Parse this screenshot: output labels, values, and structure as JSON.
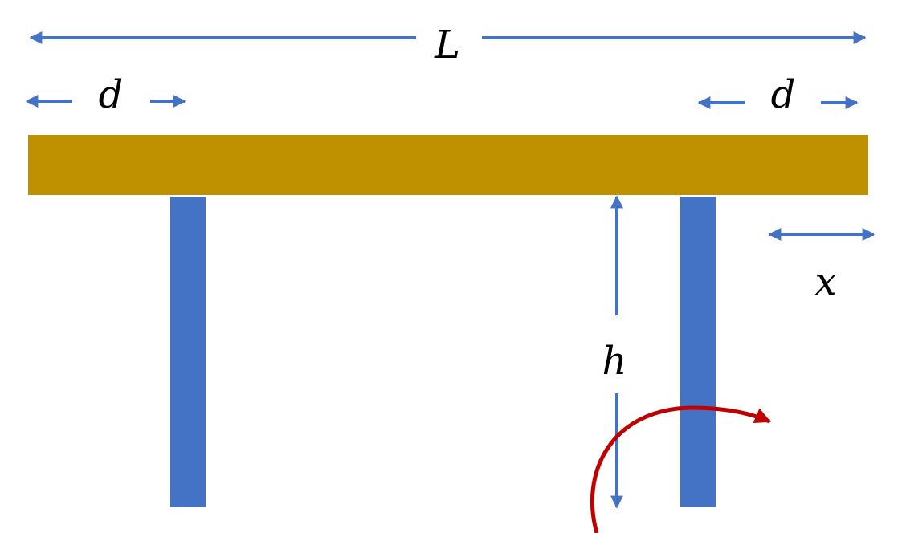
{
  "labels": {
    "length": "L",
    "offset_left": "d",
    "offset_right": "d",
    "height": "h",
    "displacement": "x"
  },
  "colors": {
    "plank": "#bf9000",
    "leg": "#4472c4",
    "dimension_arrow": "#4472c4",
    "rotation_arrow": "#c00000",
    "text": "#000000"
  }
}
